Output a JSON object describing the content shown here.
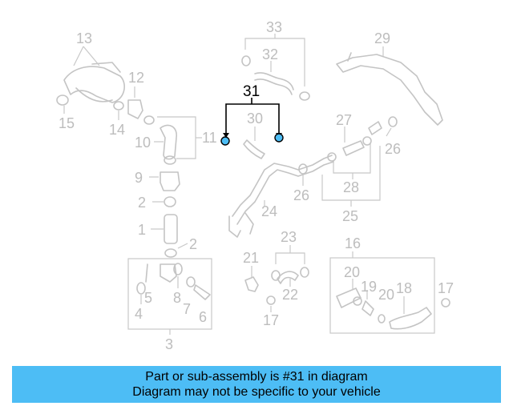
{
  "callouts": {
    "n13": "13",
    "n15": "15",
    "n12": "12",
    "n14": "14",
    "n10": "10",
    "n11": "11",
    "n9": "9",
    "n2a": "2",
    "n1": "1",
    "n2b": "2",
    "n5": "5",
    "n4": "4",
    "n8": "8",
    "n7": "7",
    "n6": "6",
    "n3": "3",
    "n33": "33",
    "n32": "32",
    "n31": "31",
    "n30": "30",
    "n29": "29",
    "n27": "27",
    "n26a": "26",
    "n26b": "26",
    "n28": "28",
    "n25": "25",
    "n24": "24",
    "n23": "23",
    "n21": "21",
    "n22": "22",
    "n17a": "17",
    "n16": "16",
    "n20a": "20",
    "n19": "19",
    "n20b": "20",
    "n18": "18",
    "n17b": "17"
  },
  "banner": {
    "line1": "Part or sub-assembly is #31 in diagram",
    "line2": "Diagram may not be specific to your vehicle"
  },
  "colors": {
    "highlight": "#4dbdf5",
    "part_line": "#c4c4c4",
    "banner_bg": "#4dbdf5"
  }
}
